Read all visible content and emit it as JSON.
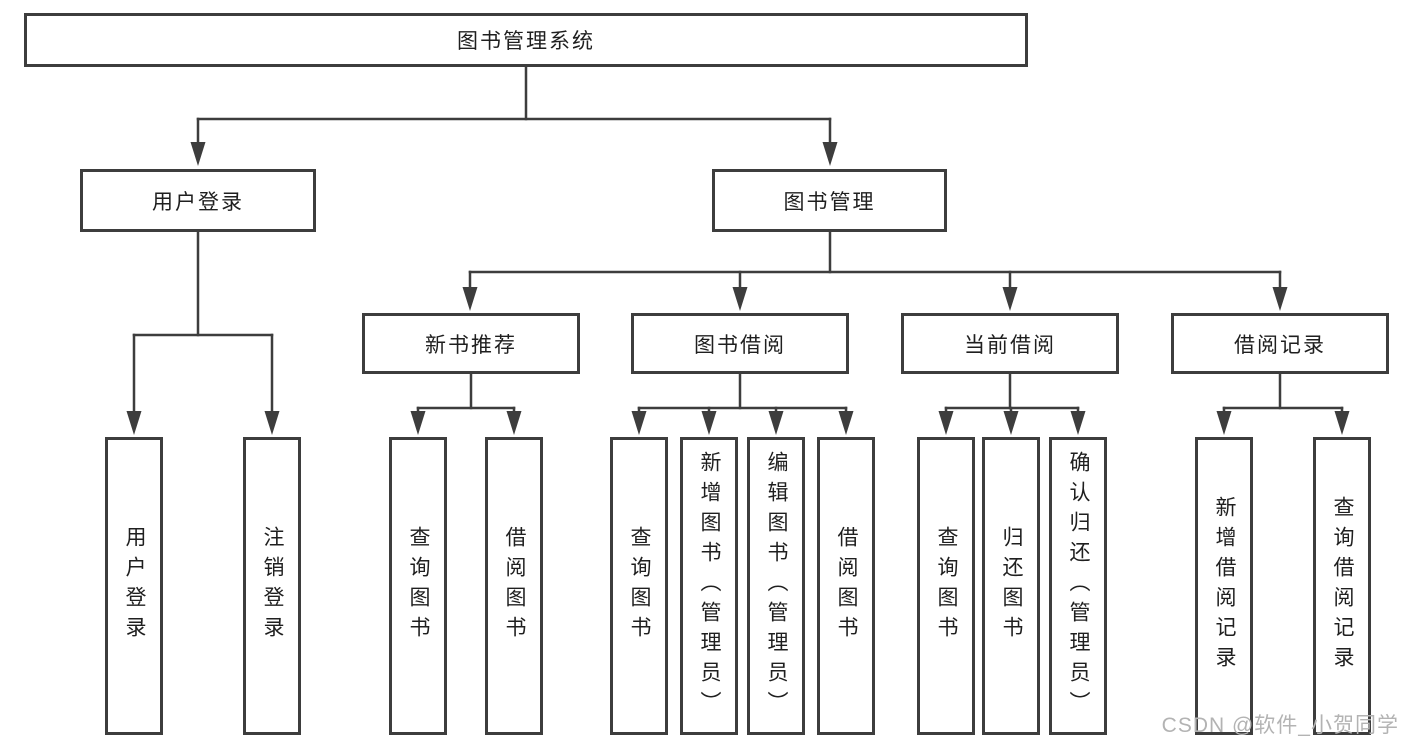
{
  "tree": {
    "root": "图书管理系统",
    "level2": [
      "用户登录",
      "图书管理"
    ],
    "level3": [
      "新书推荐",
      "图书借阅",
      "当前借阅",
      "借阅记录"
    ],
    "user_login_children": [
      "用户登录",
      "注销登录"
    ],
    "new_book_children": [
      "查询图书",
      "借阅图书"
    ],
    "borrow_children": [
      "查询图书",
      "新增图书（管理员）",
      "编辑图书（管理员）",
      "借阅图书"
    ],
    "current_children": [
      "查询图书",
      "归还图书",
      "确认归还（管理员）"
    ],
    "record_children": [
      "新增借阅记录",
      "查询借阅记录"
    ]
  },
  "watermark": "CSDN @软件_小贺同学",
  "colors": {
    "line": "#3d3d3d",
    "text": "#1f1f1f",
    "watermark": "#b3b3b3",
    "background": "#ffffff"
  }
}
